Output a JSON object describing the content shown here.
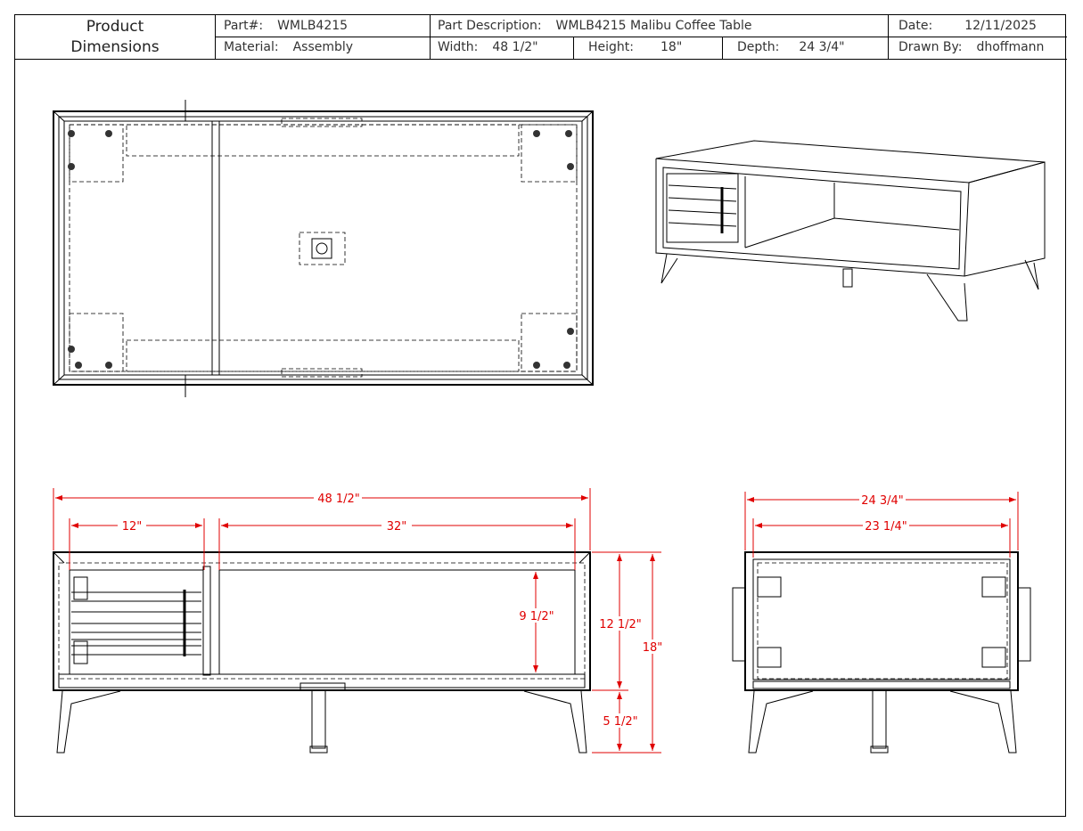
{
  "header": {
    "title_line1": "Product",
    "title_line2": "Dimensions",
    "part_label": "Part#:",
    "part_value": "WMLB4215",
    "description_label": "Part Description:",
    "description_value": "WMLB4215 Malibu Coffee Table",
    "date_label": "Date:",
    "date_value": "12/11/2025",
    "material_label": "Material:",
    "material_value": "Assembly",
    "width_label": "Width:",
    "width_value": "48 1/2\"",
    "height_label": "Height:",
    "height_value": "18\"",
    "depth_label": "Depth:",
    "depth_value": "24 3/4\"",
    "drawn_by_label": "Drawn By:",
    "drawn_by_value": "dhoffmann"
  },
  "dimensions": {
    "front_overall_width": "48 1/2\"",
    "front_drawer_width": "12\"",
    "front_opening_width": "32\"",
    "front_opening_height": "9 1/2\"",
    "front_body_height": "12 1/2\"",
    "front_leg_height": "5 1/2\"",
    "front_overall_height": "18\"",
    "side_overall_depth": "24 3/4\"",
    "side_inner_depth": "23 1/4\""
  },
  "colors": {
    "dimension": "#e00000",
    "line": "#000000"
  }
}
